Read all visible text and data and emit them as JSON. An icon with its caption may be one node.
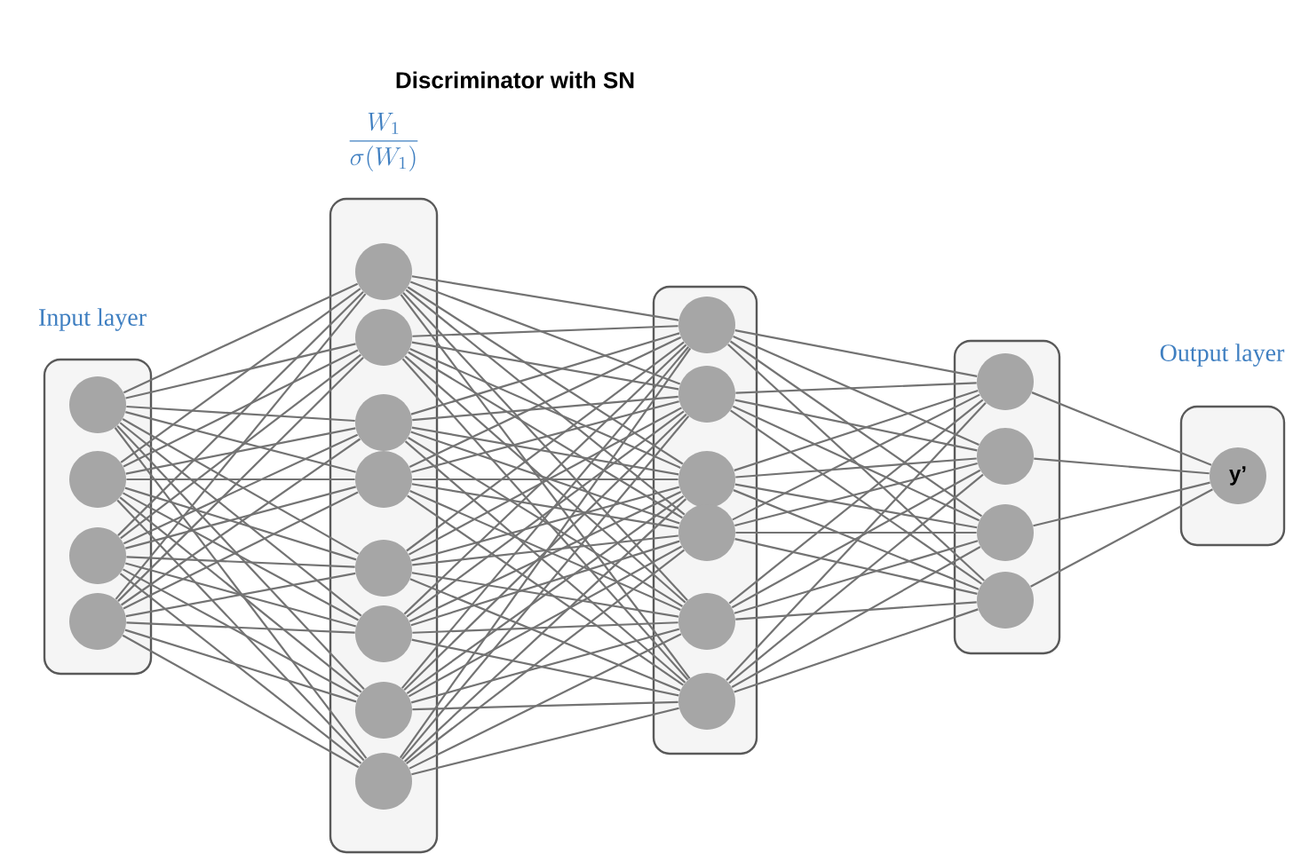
{
  "diagram": {
    "title": "Discriminator with SN",
    "nodes": [
      {
        "text": [],
        "shape": "box",
        "beside": [
          "Input layer"
        ]
      },
      {
        "text": [],
        "shape": "circle",
        "in": 0
      },
      {
        "text": [],
        "shape": "circle",
        "in": 0
      },
      {
        "text": [],
        "shape": "circle",
        "in": 0
      },
      {
        "text": [],
        "shape": "circle",
        "in": 0
      },
      {
        "text": [],
        "shape": "box",
        "beside": [
          "\\frac{W_1}{\\sigma(W_1)}"
        ]
      },
      {
        "text": [],
        "shape": "circle",
        "in": 5
      },
      {
        "text": [],
        "shape": "circle",
        "in": 5
      },
      {
        "text": [],
        "shape": "circle",
        "in": 5
      },
      {
        "text": [],
        "shape": "circle",
        "in": 5
      },
      {
        "text": [],
        "shape": "circle",
        "in": 5
      },
      {
        "text": [],
        "shape": "circle",
        "in": 5
      },
      {
        "text": [],
        "shape": "circle",
        "in": 5
      },
      {
        "text": [],
        "shape": "circle",
        "in": 5
      },
      {
        "text": [],
        "shape": "box"
      },
      {
        "text": [],
        "shape": "circle",
        "in": 14
      },
      {
        "text": [],
        "shape": "circle",
        "in": 14
      },
      {
        "text": [],
        "shape": "circle",
        "in": 14
      },
      {
        "text": [],
        "shape": "circle",
        "in": 14
      },
      {
        "text": [],
        "shape": "circle",
        "in": 14
      },
      {
        "text": [],
        "shape": "circle",
        "in": 14
      },
      {
        "text": [],
        "shape": "box"
      },
      {
        "text": [],
        "shape": "circle",
        "in": 21
      },
      {
        "text": [],
        "shape": "circle",
        "in": 21
      },
      {
        "text": [],
        "shape": "circle",
        "in": 21
      },
      {
        "text": [],
        "shape": "circle",
        "in": 21
      },
      {
        "text": [],
        "shape": "box",
        "beside": [
          "Output layer"
        ]
      },
      {
        "text": [
          "y’"
        ],
        "in": 26
      }
    ],
    "edges": [
      {
        "from": 1,
        "to": 6,
        "arrow": "none"
      },
      {
        "from": 1,
        "to": 7,
        "arrow": "none"
      },
      {
        "from": 1,
        "to": 8,
        "arrow": "none"
      },
      {
        "from": 1,
        "to": 9,
        "arrow": "none"
      },
      {
        "from": 1,
        "to": 10,
        "arrow": "none"
      },
      {
        "from": 1,
        "to": 11,
        "arrow": "none"
      },
      {
        "from": 1,
        "to": 12,
        "arrow": "none"
      },
      {
        "from": 1,
        "to": 13,
        "arrow": "none"
      },
      {
        "from": 2,
        "to": 6,
        "arrow": "none"
      },
      {
        "from": 2,
        "to": 7,
        "arrow": "none"
      },
      {
        "from": 2,
        "to": 8,
        "arrow": "none"
      },
      {
        "from": 2,
        "to": 9,
        "arrow": "none"
      },
      {
        "from": 2,
        "to": 10,
        "arrow": "none"
      },
      {
        "from": 2,
        "to": 11,
        "arrow": "none"
      },
      {
        "from": 2,
        "to": 12,
        "arrow": "none"
      },
      {
        "from": 2,
        "to": 13,
        "arrow": "none"
      },
      {
        "from": 3,
        "to": 6,
        "arrow": "none"
      },
      {
        "from": 3,
        "to": 7,
        "arrow": "none"
      },
      {
        "from": 3,
        "to": 8,
        "arrow": "none"
      },
      {
        "from": 3,
        "to": 9,
        "arrow": "none"
      },
      {
        "from": 3,
        "to": 10,
        "arrow": "none"
      },
      {
        "from": 3,
        "to": 11,
        "arrow": "none"
      },
      {
        "from": 3,
        "to": 12,
        "arrow": "none"
      },
      {
        "from": 3,
        "to": 13,
        "arrow": "none"
      },
      {
        "from": 4,
        "to": 6,
        "arrow": "none"
      },
      {
        "from": 4,
        "to": 7,
        "arrow": "none"
      },
      {
        "from": 4,
        "to": 8,
        "arrow": "none"
      },
      {
        "from": 4,
        "to": 9,
        "arrow": "none"
      },
      {
        "from": 4,
        "to": 10,
        "arrow": "none"
      },
      {
        "from": 4,
        "to": 11,
        "arrow": "none"
      },
      {
        "from": 4,
        "to": 12,
        "arrow": "none"
      },
      {
        "from": 4,
        "to": 13,
        "arrow": "none"
      },
      {
        "from": 6,
        "to": 15,
        "arrow": "none"
      },
      {
        "from": 6,
        "to": 16,
        "arrow": "none"
      },
      {
        "from": 6,
        "to": 17,
        "arrow": "none"
      },
      {
        "from": 6,
        "to": 18,
        "arrow": "none"
      },
      {
        "from": 6,
        "to": 19,
        "arrow": "none"
      },
      {
        "from": 6,
        "to": 20,
        "arrow": "none"
      },
      {
        "from": 7,
        "to": 15,
        "arrow": "none"
      },
      {
        "from": 7,
        "to": 16,
        "arrow": "none"
      },
      {
        "from": 7,
        "to": 17,
        "arrow": "none"
      },
      {
        "from": 7,
        "to": 18,
        "arrow": "none"
      },
      {
        "from": 7,
        "to": 19,
        "arrow": "none"
      },
      {
        "from": 7,
        "to": 20,
        "arrow": "none"
      },
      {
        "from": 8,
        "to": 15,
        "arrow": "none"
      },
      {
        "from": 8,
        "to": 16,
        "arrow": "none"
      },
      {
        "from": 8,
        "to": 17,
        "arrow": "none"
      },
      {
        "from": 8,
        "to": 18,
        "arrow": "none"
      },
      {
        "from": 8,
        "to": 19,
        "arrow": "none"
      },
      {
        "from": 8,
        "to": 20,
        "arrow": "none"
      },
      {
        "from": 9,
        "to": 15,
        "arrow": "none"
      },
      {
        "from": 9,
        "to": 16,
        "arrow": "none"
      },
      {
        "from": 9,
        "to": 17,
        "arrow": "none"
      },
      {
        "from": 9,
        "to": 18,
        "arrow": "none"
      },
      {
        "from": 9,
        "to": 19,
        "arrow": "none"
      },
      {
        "from": 9,
        "to": 20,
        "arrow": "none"
      },
      {
        "from": 10,
        "to": 15,
        "arrow": "none"
      },
      {
        "from": 10,
        "to": 16,
        "arrow": "none"
      },
      {
        "from": 10,
        "to": 17,
        "arrow": "none"
      },
      {
        "from": 10,
        "to": 18,
        "arrow": "none"
      },
      {
        "from": 10,
        "to": 19,
        "arrow": "none"
      },
      {
        "from": 10,
        "to": 20,
        "arrow": "none"
      },
      {
        "from": 11,
        "to": 15,
        "arrow": "none"
      },
      {
        "from": 11,
        "to": 16,
        "arrow": "none"
      },
      {
        "from": 11,
        "to": 17,
        "arrow": "none"
      },
      {
        "from": 11,
        "to": 18,
        "arrow": "none"
      },
      {
        "from": 11,
        "to": 19,
        "arrow": "none"
      },
      {
        "from": 11,
        "to": 20,
        "arrow": "none"
      },
      {
        "from": 12,
        "to": 15,
        "arrow": "none"
      },
      {
        "from": 12,
        "to": 16,
        "arrow": "none"
      },
      {
        "from": 12,
        "to": 17,
        "arrow": "none"
      },
      {
        "from": 12,
        "to": 18,
        "arrow": "none"
      },
      {
        "from": 12,
        "to": 19,
        "arrow": "none"
      },
      {
        "from": 12,
        "to": 20,
        "arrow": "none"
      },
      {
        "from": 13,
        "to": 15,
        "arrow": "none"
      },
      {
        "from": 13,
        "to": 16,
        "arrow": "none"
      },
      {
        "from": 13,
        "to": 17,
        "arrow": "none"
      },
      {
        "from": 13,
        "to": 18,
        "arrow": "none"
      },
      {
        "from": 13,
        "to": 19,
        "arrow": "none"
      },
      {
        "from": 13,
        "to": 20,
        "arrow": "none"
      },
      {
        "from": 15,
        "to": 22,
        "arrow": "none"
      },
      {
        "from": 15,
        "to": 23,
        "arrow": "none"
      },
      {
        "from": 15,
        "to": 24,
        "arrow": "none"
      },
      {
        "from": 15,
        "to": 25,
        "arrow": "none"
      },
      {
        "from": 16,
        "to": 22,
        "arrow": "none"
      },
      {
        "from": 16,
        "to": 23,
        "arrow": "none"
      },
      {
        "from": 16,
        "to": 24,
        "arrow": "none"
      },
      {
        "from": 16,
        "to": 25,
        "arrow": "none"
      },
      {
        "from": 17,
        "to": 22,
        "arrow": "none"
      },
      {
        "from": 17,
        "to": 23,
        "arrow": "none"
      },
      {
        "from": 17,
        "to": 24,
        "arrow": "none"
      },
      {
        "from": 17,
        "to": 25,
        "arrow": "none"
      },
      {
        "from": 18,
        "to": 22,
        "arrow": "none"
      },
      {
        "from": 18,
        "to": 23,
        "arrow": "none"
      },
      {
        "from": 18,
        "to": 24,
        "arrow": "none"
      },
      {
        "from": 18,
        "to": 25,
        "arrow": "none"
      },
      {
        "from": 19,
        "to": 22,
        "arrow": "none"
      },
      {
        "from": 19,
        "to": 23,
        "arrow": "none"
      },
      {
        "from": 19,
        "to": 24,
        "arrow": "none"
      },
      {
        "from": 19,
        "to": 25,
        "arrow": "none"
      },
      {
        "from": 20,
        "to": 22,
        "arrow": "none"
      },
      {
        "from": 20,
        "to": 23,
        "arrow": "none"
      },
      {
        "from": 20,
        "to": 24,
        "arrow": "none"
      },
      {
        "from": 20,
        "to": 25,
        "arrow": "none"
      },
      {
        "from": 22,
        "to": 27,
        "arrow": "none"
      },
      {
        "from": 23,
        "to": 27,
        "arrow": "none"
      },
      {
        "from": 24,
        "to": 27,
        "arrow": "none"
      },
      {
        "from": 25,
        "to": 27,
        "arrow": "none"
      }
    ]
  }
}
